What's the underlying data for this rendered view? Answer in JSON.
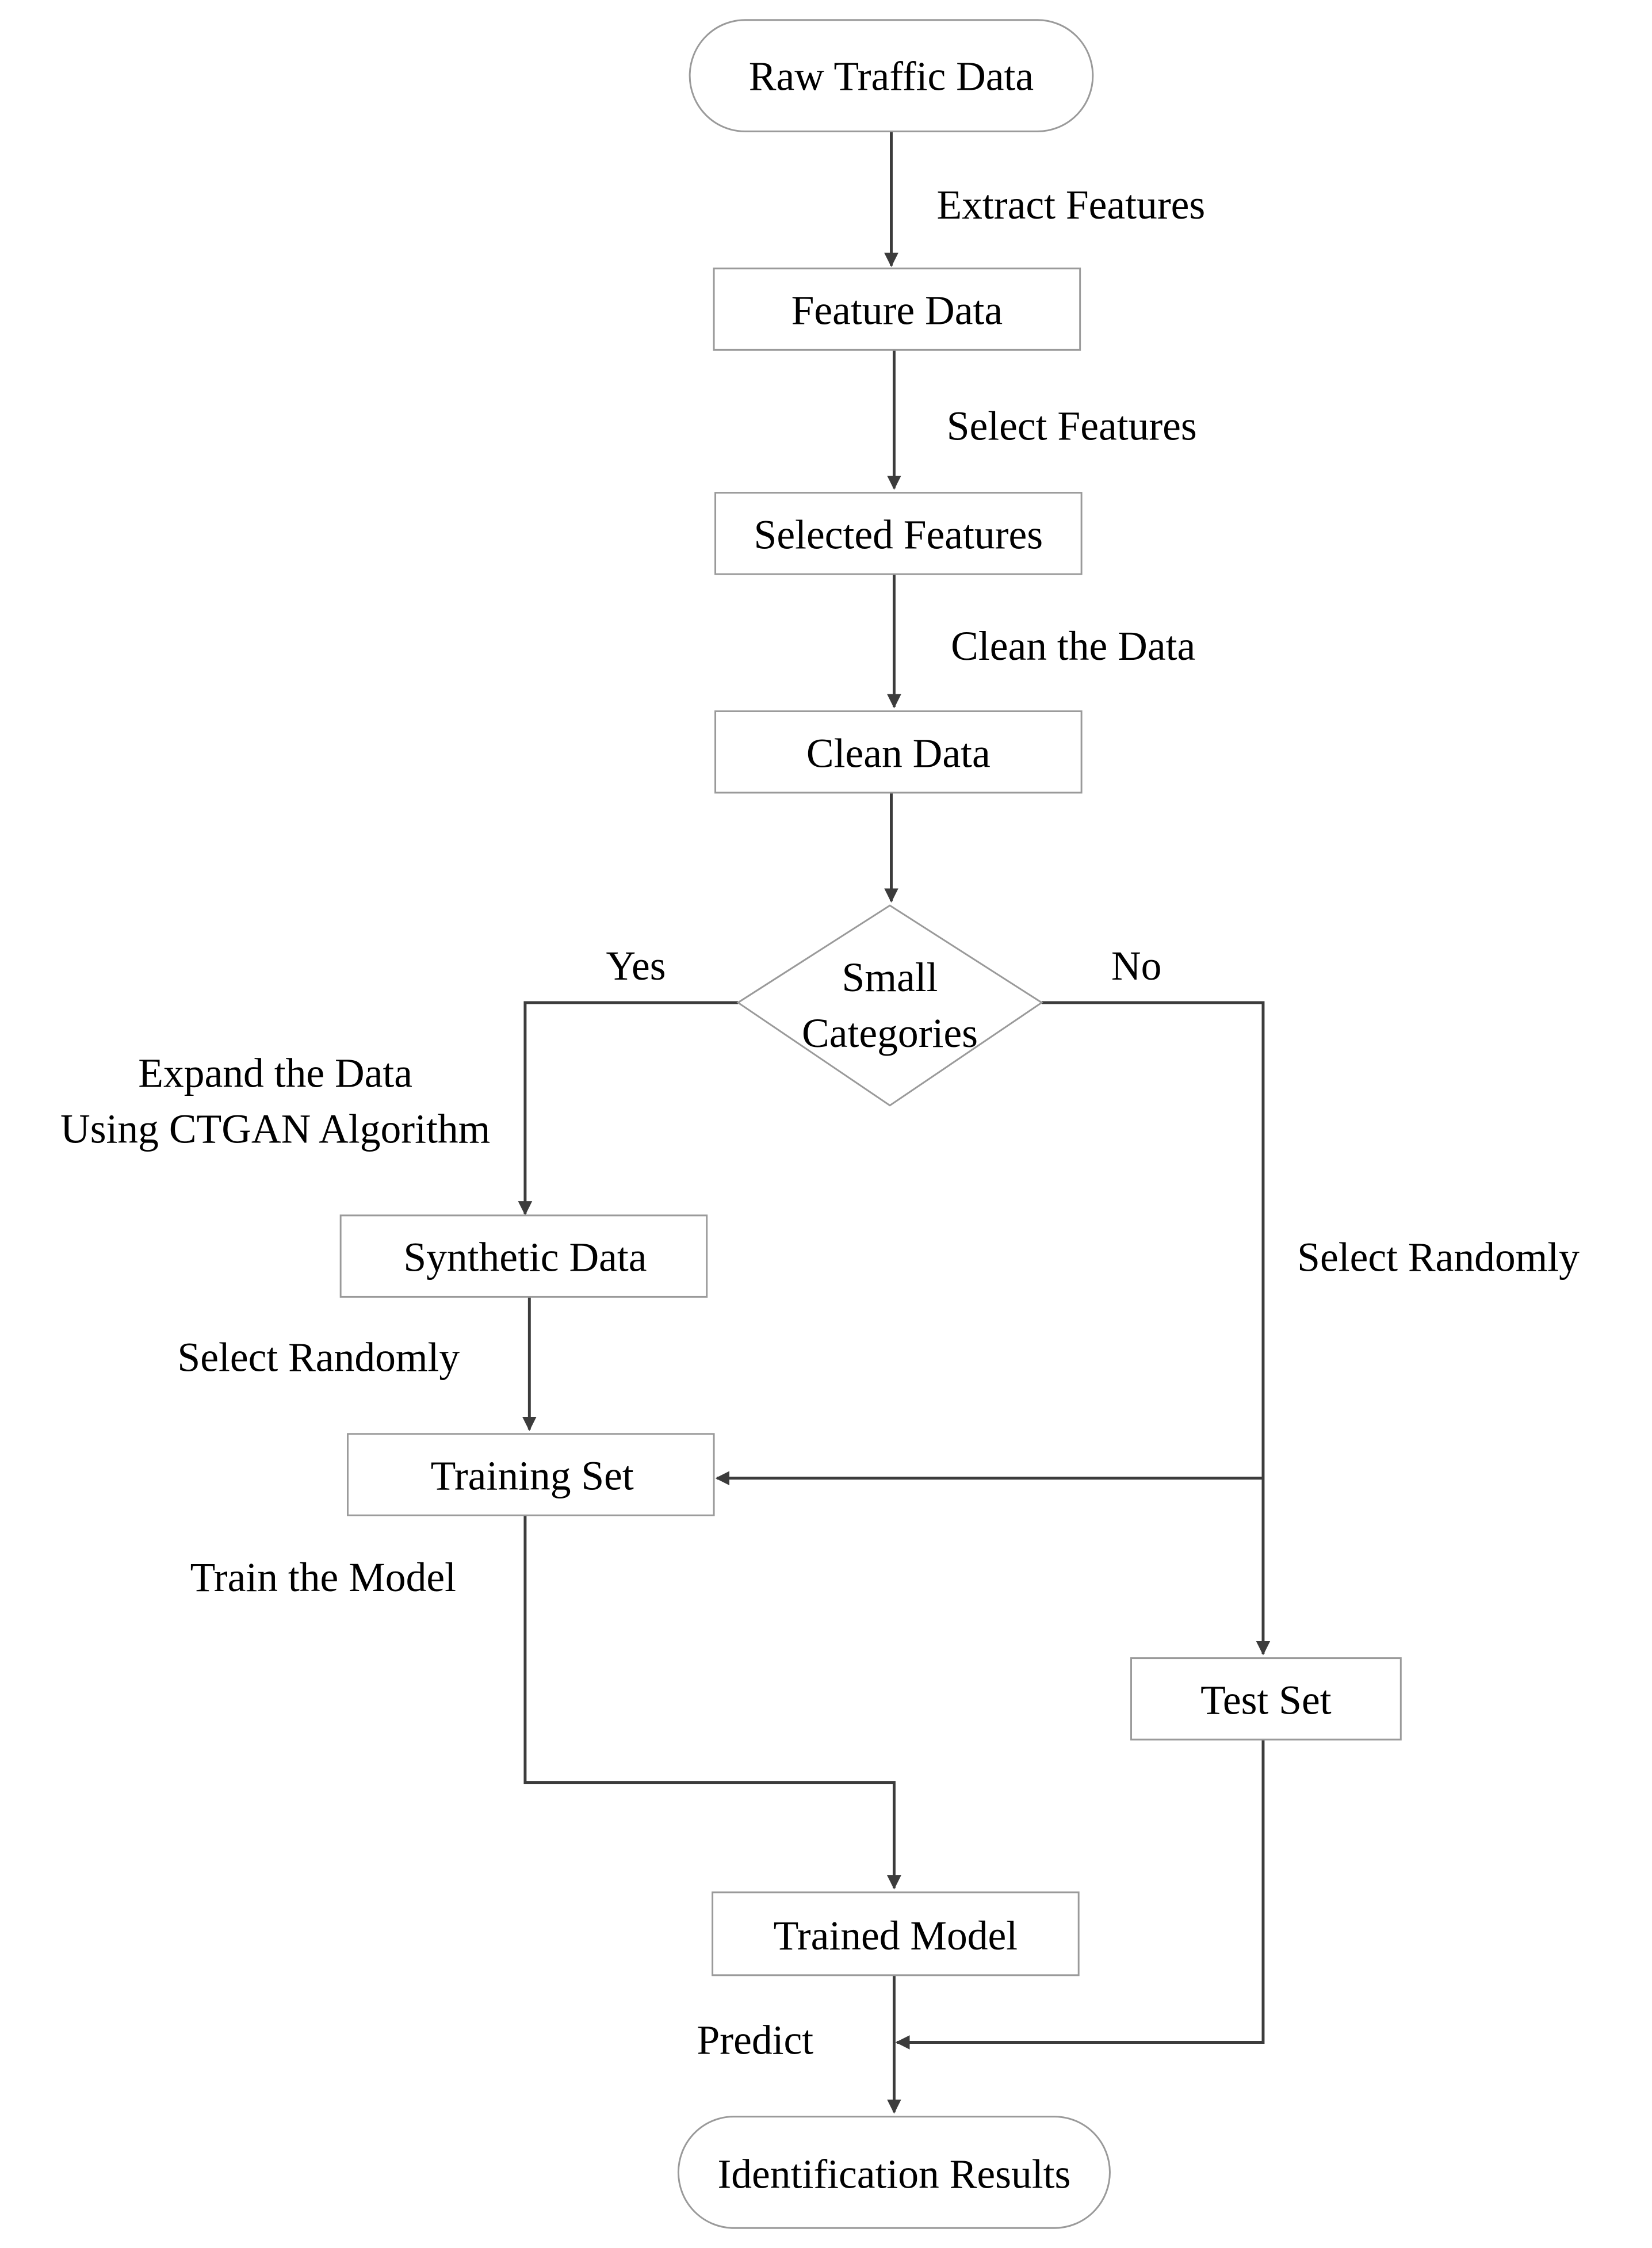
{
  "diagram": {
    "nodes": {
      "raw_traffic_data": "Raw Traffic Data",
      "feature_data": "Feature Data",
      "selected_features": "Selected Features",
      "clean_data": "Clean Data",
      "small_categories": [
        "Small",
        "Categories"
      ],
      "synthetic_data": "Synthetic Data",
      "training_set": "Training Set",
      "test_set": "Test Set",
      "trained_model": "Trained Model",
      "identification_results": "Identification Results"
    },
    "edge_labels": {
      "extract_features": "Extract Features",
      "select_features": "Select Features",
      "clean_the_data": "Clean the Data",
      "yes": "Yes",
      "no": "No",
      "expand_the_data": [
        "Expand the Data",
        "Using CTGAN Algorithm"
      ],
      "select_randomly_left": "Select Randomly",
      "select_randomly_right": "Select Randomly",
      "train_the_model": "Train the Model",
      "predict": "Predict"
    },
    "colors": {
      "box_border": "#9a9a9a",
      "arrow": "#3c3c3c",
      "text": "#000000",
      "background": "#ffffff"
    }
  }
}
